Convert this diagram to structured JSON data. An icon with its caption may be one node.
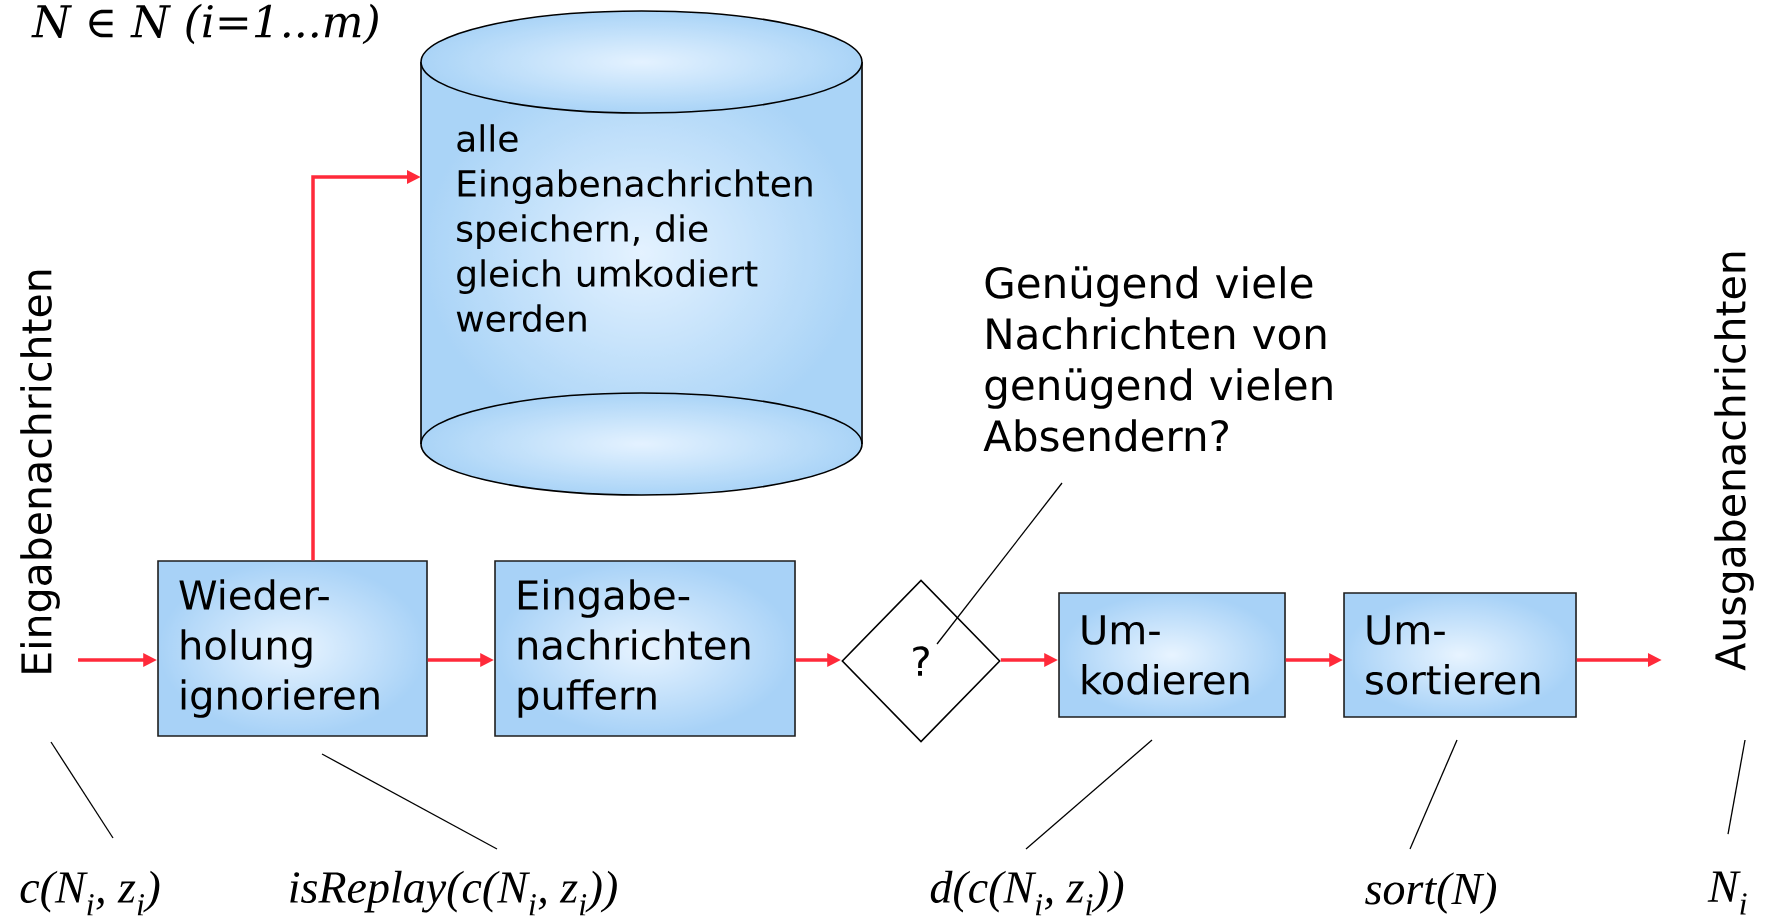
{
  "diagram": {
    "nodes": [
      {
        "text": [
          "Eingabenachrichten"
        ]
      },
      {
        "text": [
          "alle Eingabenachrichten speichern, die gleich umkodiert werden"
        ]
      },
      {
        "text": [
          "Wieder- holung ignorieren"
        ]
      },
      {
        "text": [
          "Eingabe- nachrichten puffern"
        ]
      },
      {
        "text": [
          "?"
        ]
      },
      {
        "text": [
          "Um- kodieren"
        ]
      },
      {
        "text": [
          "Um- sortieren"
        ]
      },
      {
        "text": [
          "Ausgabenachrichten"
        ]
      },
      {
        "text": [
          "Genügend viele Nachrichten von genügend vielen Absendern?"
        ]
      },
      {
        "text": [
          "c(N$_{i}$, z$_{i}$)"
        ]
      },
      {
        "text": [
          "isReplay(c(N$_{i}$, z$_{i}$))"
        ]
      },
      {
        "text": [
          "d(c(N$_{i}$, z$_{i}$))"
        ]
      },
      {
        "text": [
          "sort(N)"
        ]
      },
      {
        "text": [
          "N$_{i}$"
        ]
      }
    ],
    "edges": [
      {
        "from": 0,
        "to": 2,
        "arrow": "to"
      },
      {
        "from": 2,
        "to": 3,
        "arrow": "to"
      },
      {
        "from": 3,
        "to": 4,
        "arrow": "to"
      },
      {
        "from": 4,
        "to": 5,
        "arrow": "to"
      },
      {
        "from": 5,
        "to": 6,
        "arrow": "to"
      },
      {
        "from": 6,
        "to": 7,
        "arrow": "to"
      },
      {
        "from": 2,
        "to": 1,
        "arrow": "to"
      },
      {
        "from": 8,
        "to": 4,
        "arrow": "none",
        "color": "#000000"
      },
      {
        "from": 9,
        "to": 0,
        "arrow": "none",
        "color": "#000000"
      },
      {
        "from": 10,
        "to": 2,
        "arrow": "none",
        "color": "#000000"
      },
      {
        "from": 11,
        "to": 5,
        "arrow": "none",
        "color": "#000000"
      },
      {
        "from": 12,
        "to": 6,
        "arrow": "none",
        "color": "#000000"
      },
      {
        "from": 13,
        "to": 7,
        "arrow": "none",
        "color": "#000000"
      }
    ],
    "labels": [
      "N ∈ N (i=1...m)"
    ]
  }
}
